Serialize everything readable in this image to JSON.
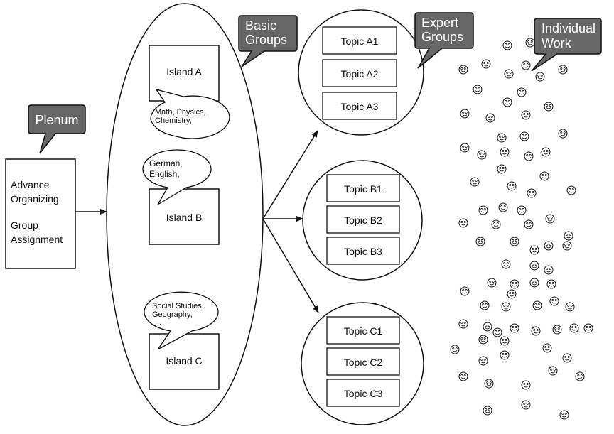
{
  "callouts": {
    "plenum": "Plenum",
    "basic_groups": [
      "Basic",
      "Groups"
    ],
    "expert_groups": [
      "Expert",
      "Groups"
    ],
    "individual_work": [
      "Individual",
      "Work"
    ]
  },
  "plenum_box": {
    "line1": "Advance",
    "line2": "Organizing",
    "line3": "Group",
    "line4": "Assignment"
  },
  "islands": [
    {
      "label": "Island A",
      "bubble": [
        "Math, Physics,",
        "Chemistry,",
        "..."
      ]
    },
    {
      "label": "Island B",
      "bubble": [
        "German,",
        "English,",
        "..."
      ]
    },
    {
      "label": "Island C",
      "bubble": [
        "Social Studies,",
        "Geography,",
        "..."
      ]
    }
  ],
  "expert_groups": [
    {
      "topics": [
        "Topic A1",
        "Topic A2",
        "Topic A3"
      ]
    },
    {
      "topics": [
        "Topic B1",
        "Topic B2",
        "Topic B3"
      ]
    },
    {
      "topics": [
        "Topic C1",
        "Topic C2",
        "Topic C3"
      ]
    }
  ],
  "colors": {
    "callout_fill": "#666666",
    "stroke": "#111111",
    "background": "#ffffff"
  }
}
